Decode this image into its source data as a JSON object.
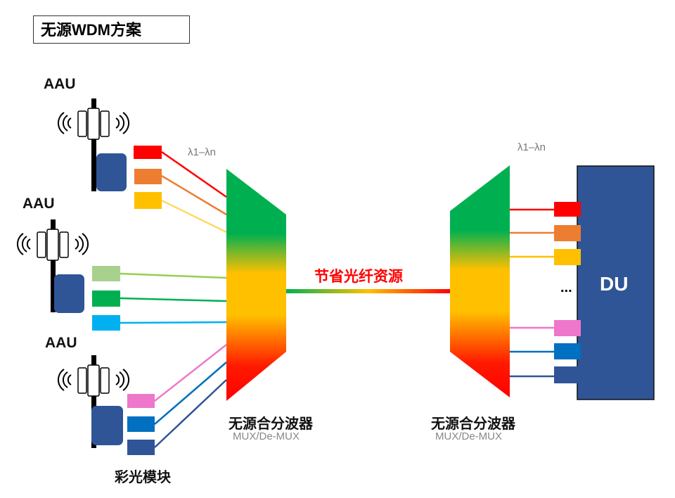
{
  "title": "无源WDM方案",
  "aau_label": "AAU",
  "lambda_label": "λ1–λn",
  "mux_label": "无源合分波器",
  "mux_sub": "MUX/De-MUX",
  "fiber_label": "节省光纤资源",
  "module_label": "彩光模块",
  "du_label": "DU",
  "ellipsis": "...",
  "colors": {
    "red": "#ff0000",
    "orange": "#ed7d31",
    "yellow": "#ffc000",
    "lightgreen": "#a9d18e",
    "green": "#00b050",
    "cyan": "#00b0f0",
    "pink": "#ee77cc",
    "blue": "#0070c0",
    "navy": "#2f5597",
    "du": "#2f5597"
  }
}
